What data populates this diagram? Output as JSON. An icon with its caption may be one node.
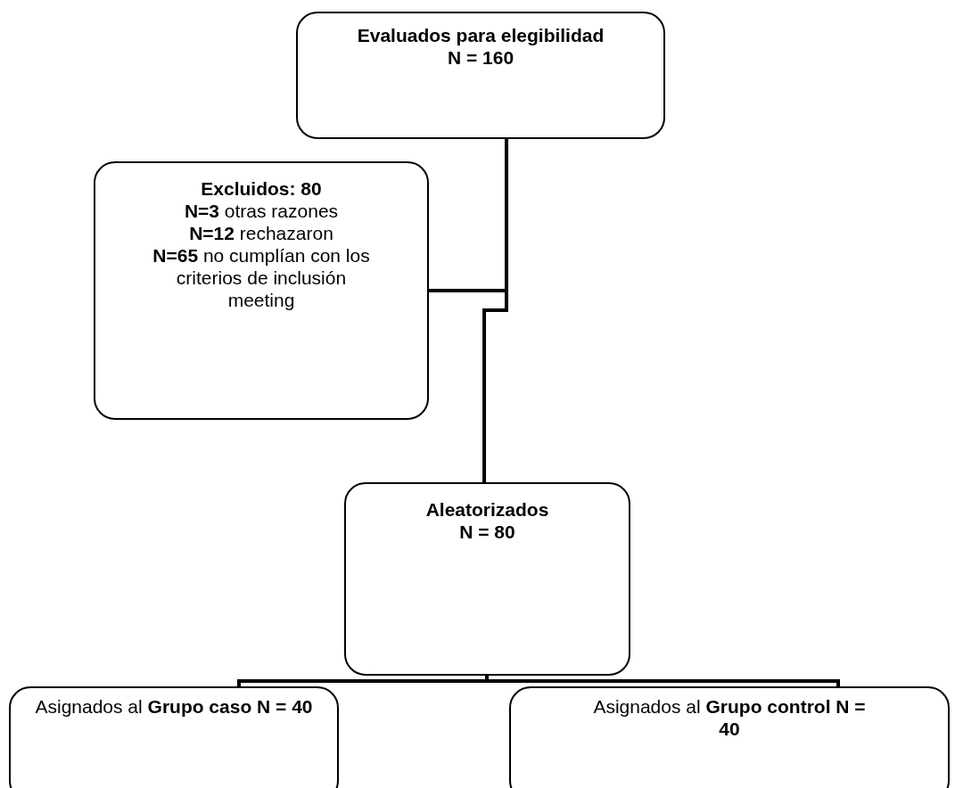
{
  "diagram": {
    "nodes": [
      {
        "text": [
          "Evaluados para elegibilidad",
          "N = 160"
        ]
      },
      {
        "text": [
          "Excluidos: 80",
          "**N=3** otras razones",
          "**N=12** rechazaron",
          "**N=65** no cumplían con los criterios de inclusión meeting"
        ]
      },
      {
        "text": [
          "Aleatorizados",
          "N = 80"
        ]
      },
      {
        "text": [
          "Asignados al **Grupo caso N = 40**"
        ]
      },
      {
        "text": [
          "Asignados al **Grupo control N = 40**"
        ]
      }
    ],
    "edges": [
      {
        "from": 0,
        "to": 1,
        "arrow": "none"
      },
      {
        "from": 0,
        "to": 2,
        "arrow": "none"
      },
      {
        "from": 2,
        "to": 3,
        "arrow": "none"
      },
      {
        "from": 2,
        "to": 4,
        "arrow": "none"
      }
    ]
  }
}
